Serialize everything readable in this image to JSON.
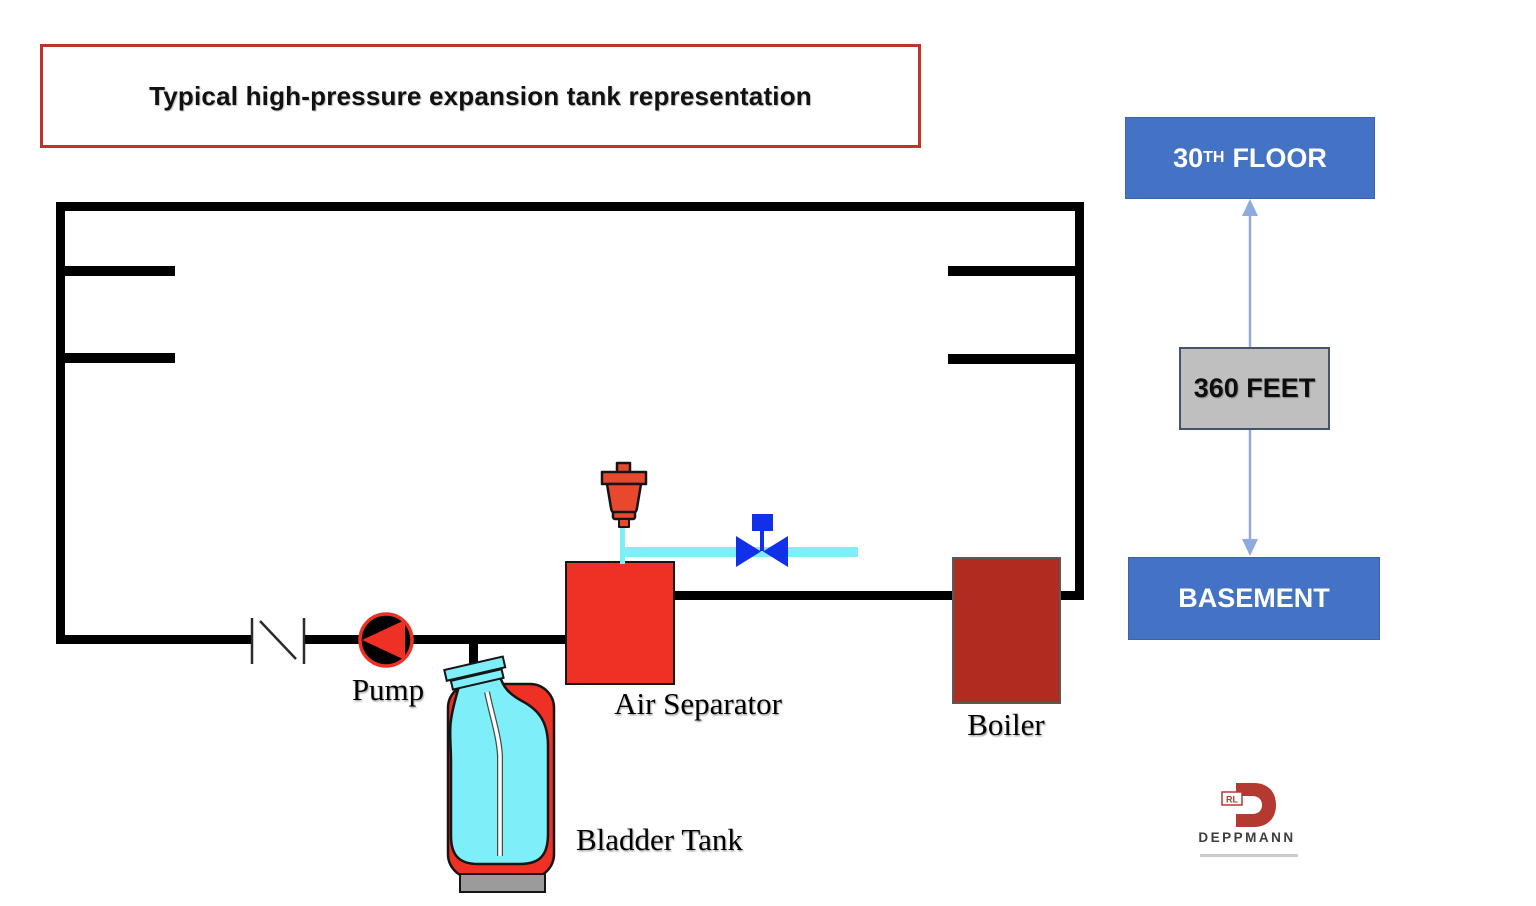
{
  "title": "Typical high-pressure expansion tank representation",
  "diagram": {
    "labels": {
      "pump": "Pump",
      "air_separator": "Air Separator",
      "bladder_tank": "Bladder Tank",
      "boiler": "Boiler"
    },
    "icons": {
      "isolation_valve": "isolation-valve-icon",
      "pump": "pump-icon",
      "air_vent": "air-vent-icon",
      "vent_valve": "vent-shutoff-valve-icon",
      "elevation_arrow": "double-headed-arrow-icon"
    }
  },
  "elevation_scale": {
    "top_floor": {
      "base": "30",
      "superscript": "TH",
      "suffix": "FLOOR"
    },
    "distance": "360 FEET",
    "basement": "BASEMENT"
  },
  "logo": {
    "initials": "RL",
    "company": "DEPPMANN"
  },
  "colors": {
    "pipe_black": "#000000",
    "component_red": "#ee3124",
    "boiler_red": "#b02c20",
    "vent_orange_red": "#e8492e",
    "bladder_cyan": "#7eeff9",
    "valve_blue": "#1031e8",
    "floor_box_blue": "#4472c4",
    "distance_box_gray": "#bfbfbf",
    "distance_box_border": "#44546a",
    "arrow_light_blue": "#8faadc",
    "title_border_red": "#be342a",
    "logo_red": "#b43a31",
    "tank_base_gray": "#9b9b9b"
  }
}
